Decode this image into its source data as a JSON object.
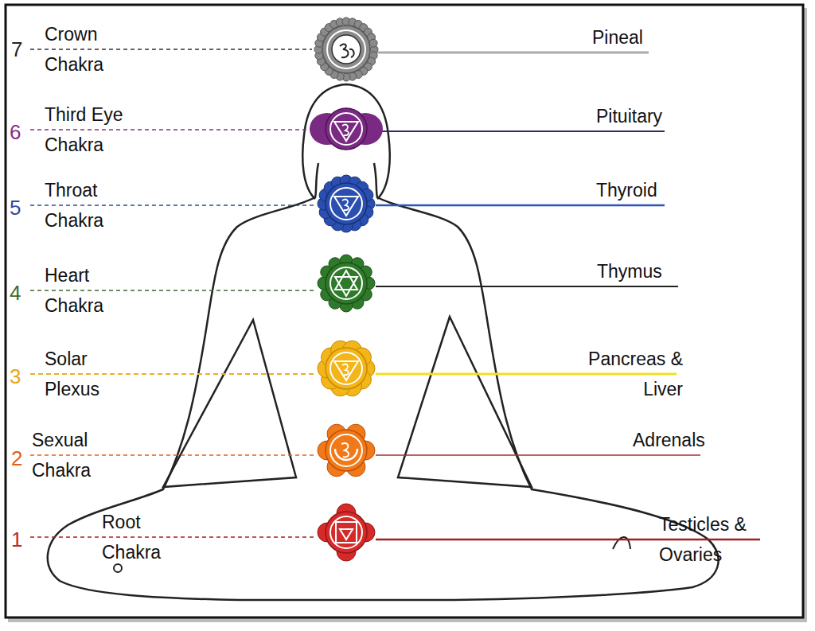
{
  "diagram": {
    "labels": [
      "7",
      "Crown Chakra",
      "Pineal",
      "6",
      "Third Eye Chakra",
      "Pituitary",
      "5",
      "Throat Chakra",
      "Thyroid",
      "4",
      "Heart Chakra",
      "Thymus",
      "3",
      "Solar Plexus",
      "Pancreas & Liver",
      "2",
      "Sexual Chakra",
      "Adrenals",
      "1",
      "Root Chakra",
      "Testicles & Ovaries"
    ]
  }
}
